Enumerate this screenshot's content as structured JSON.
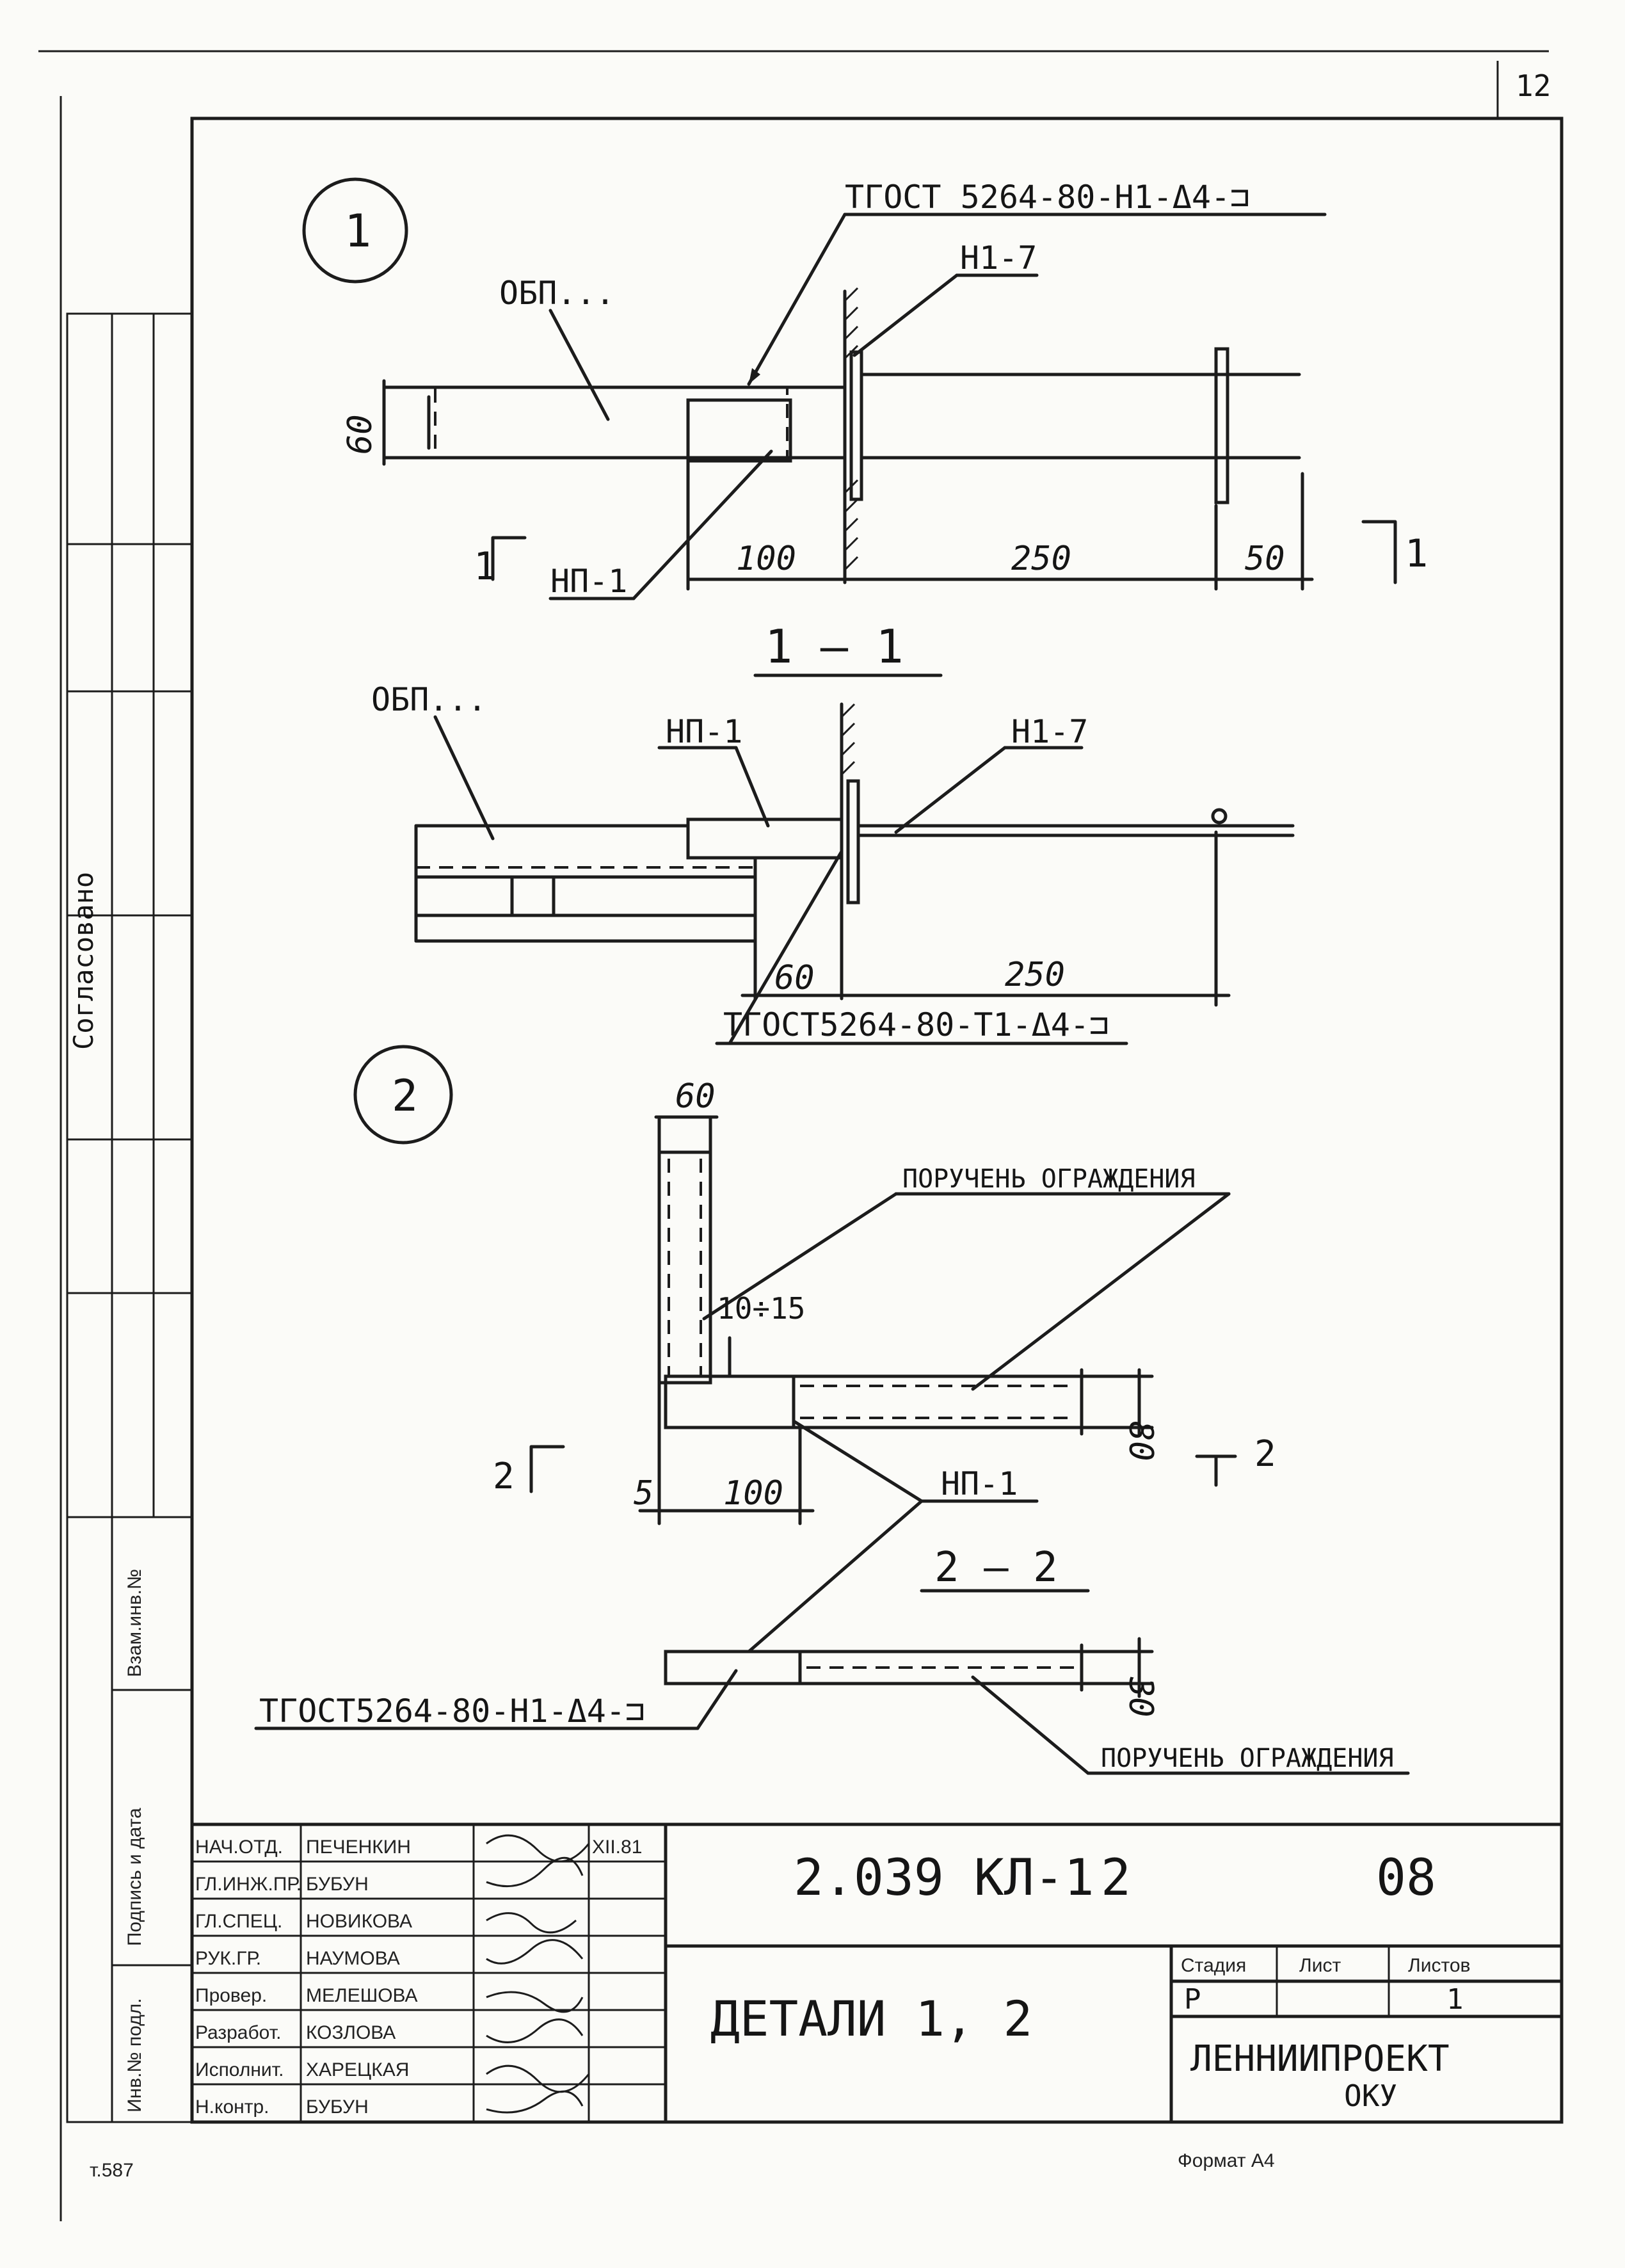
{
  "sheet_number": "12",
  "side_labels": {
    "agreed": "Согласовано",
    "replace_inv": "Взам.инв.№",
    "sign_date": "Подпись и дата",
    "inv_original": "Инв.№ подл."
  },
  "detail1": {
    "number": "1",
    "weld_top": "ТГОСТ 5264-80-Н1-Δ4-⊐",
    "anchor_top": "Н1-7",
    "panel": "ОБП...",
    "dim_height": "60",
    "part_np": "НП-1",
    "dims": [
      "100",
      "250",
      "50"
    ],
    "cut_left": "1",
    "cut_right": "1"
  },
  "section11": {
    "title": "1 — 1",
    "panel": "ОБП...",
    "part_np": "НП-1",
    "anchor": "Н1-7",
    "dims": [
      "60",
      "250"
    ],
    "weld": "ТГОСТ5264-80-Т1-Δ4-⊐"
  },
  "detail2": {
    "number": "2",
    "dim_top": "60",
    "handrail": "ПОРУЧЕНЬ ОГРАЖДЕНИЯ",
    "gap": "10÷15",
    "height": "80",
    "dim_left": "5",
    "dim_bottom": "100",
    "part_np": "НП-1",
    "cut_left": "2",
    "cut_right": "2"
  },
  "section22": {
    "title": "2 — 2",
    "height": "30",
    "weld": "ТГОСТ5264-80-Н1-Δ4-⊐",
    "handrail": "ПОРУЧЕНЬ ОГРАЖДЕНИЯ"
  },
  "title_block": {
    "doc_code": "2.039 КЛ-1",
    "doc_num": "2",
    "doc_rev": "08",
    "title": "ДЕТАЛИ 1, 2",
    "date": "XII.81",
    "roles": [
      "НАЧ.ОТД.",
      "ГЛ.ИНЖ.ПР.",
      "ГЛ.СПЕЦ.",
      "РУК.ГР.",
      "Провер.",
      "Разработ.",
      "Исполнит.",
      "Н.контр."
    ],
    "names": [
      "ПЕЧЕНКИН",
      "БУБУН",
      "НОВИКОВА",
      "НАУМОВА",
      "МЕЛЕШОВА",
      "КОЗЛОВА",
      "ХАРЕЦКАЯ",
      "БУБУН"
    ],
    "stage_label": "Стадия",
    "sheet_label": "Лист",
    "sheets_label": "Листов",
    "stage": "Р",
    "sheets": "1",
    "org": "ЛЕННИИПРОЕКТ",
    "org_sub": "ОКУ"
  },
  "bottom_left": "т.587",
  "format": "Формат А4"
}
